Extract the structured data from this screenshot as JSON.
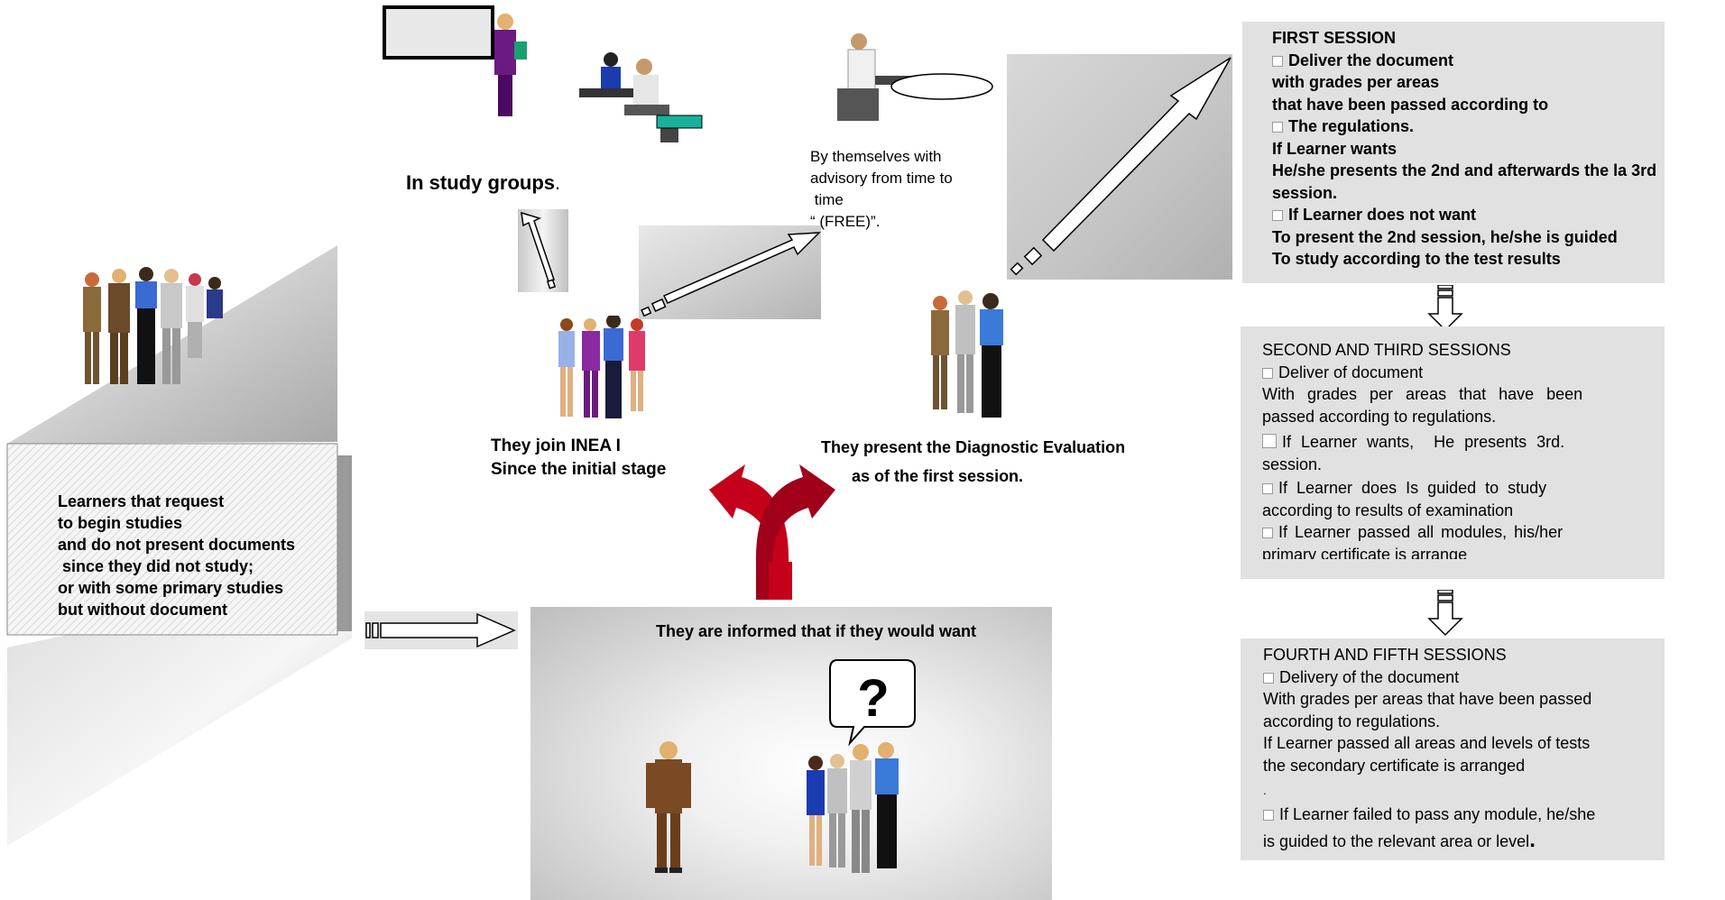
{
  "left_box": {
    "lines": [
      "Learners that request",
      "to begin studies",
      "and do not present documents",
      " since they did not study;",
      "or with some primary studies",
      "but without document"
    ]
  },
  "center": {
    "informed": "They are informed that if they would want"
  },
  "join": {
    "line1": "They join INEA I",
    "line2": "Since the initial stage"
  },
  "diagnostic": {
    "line1": "They present the Diagnostic Evaluation",
    "line2": "as of the first session."
  },
  "study_groups": {
    "label": "In study groups",
    "suffix": "."
  },
  "by_themselves": {
    "lines": [
      "By themselves with",
      "advisory from time to",
      " time",
      "“ (FREE)”."
    ]
  },
  "first_session": {
    "title": "FIRST SESSION",
    "lines": [
      {
        "bullet": true,
        "text": "Deliver the document"
      },
      {
        "bullet": false,
        "text": "with grades per areas"
      },
      {
        "bullet": false,
        "text": "that have been passed according to"
      },
      {
        "bullet": true,
        "text": "The regulations."
      },
      {
        "bullet": false,
        "text": "If Learner wants"
      },
      {
        "bullet": false,
        "text": "He/she presents the 2nd and afterwards the la 3rd"
      },
      {
        "bullet": false,
        "text": "session."
      },
      {
        "bullet": true,
        "text": "If Learner does not want"
      },
      {
        "bullet": false,
        "text": "To present the 2nd session, he/she is guided"
      },
      {
        "bullet": false,
        "text": "To study according to the test results"
      }
    ]
  },
  "second_third": {
    "title": "SECOND AND THIRD SESSIONS",
    "line1": "Deliver of document",
    "line2": "With grades per areas that have been",
    "line3": "passed according to regulations.",
    "line4": "If Learner wants,  He presents 3rd.",
    "line5": "session.",
    "line6": "If Learner does Is guided to study",
    "line7": "according to results of examination",
    "line8": "If Learner passed all modules, his/her",
    "line9": "primary certificate is arrange"
  },
  "fourth_fifth": {
    "title": "FOURTH AND FIFTH SESSIONS",
    "line1": "Delivery of the document",
    "line2": "With grades per areas that have been passed",
    "line3": "according to regulations.",
    "line4": "If Learner passed all areas and levels of tests",
    "line5": "the secondary certificate is arranged",
    "line6": ".",
    "line7": "If Learner failed to pass any module, he/she",
    "line8": "is guided to the relevant area or level",
    "line8_end": "."
  },
  "speech_bubble_glyph": "?"
}
